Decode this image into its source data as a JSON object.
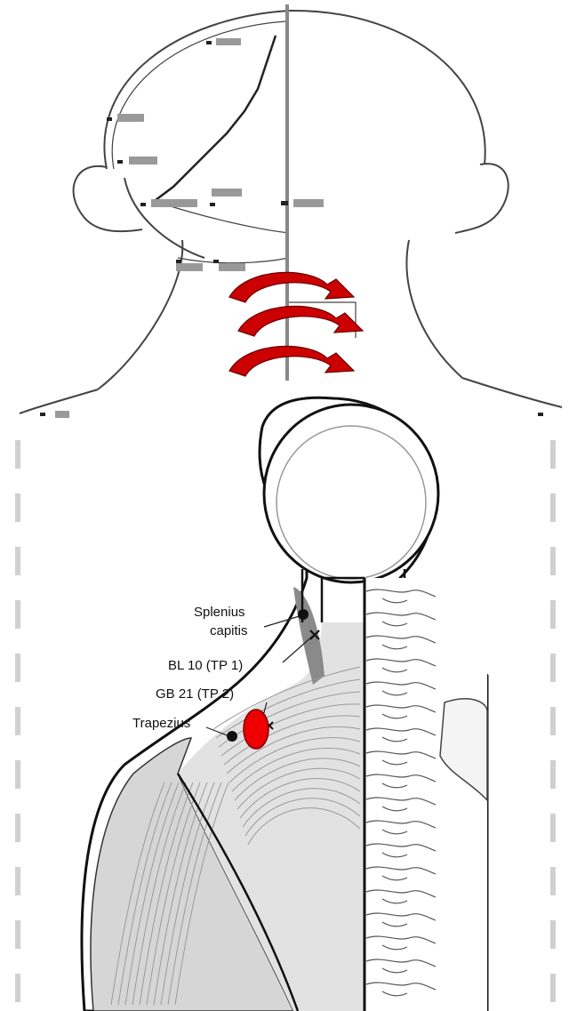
{
  "figure_top": {
    "arrow_color": "#cc0000",
    "arrow_count": 3
  },
  "figure_bottom": {
    "labels": {
      "splenius_line1": "Splenius",
      "splenius_line2": "capitis",
      "bl10": "BL 10 (TP 1)",
      "gb21": "GB 21 (TP 2)",
      "trapezius": "Trapezius"
    },
    "highlight_color": "#ee0000"
  }
}
